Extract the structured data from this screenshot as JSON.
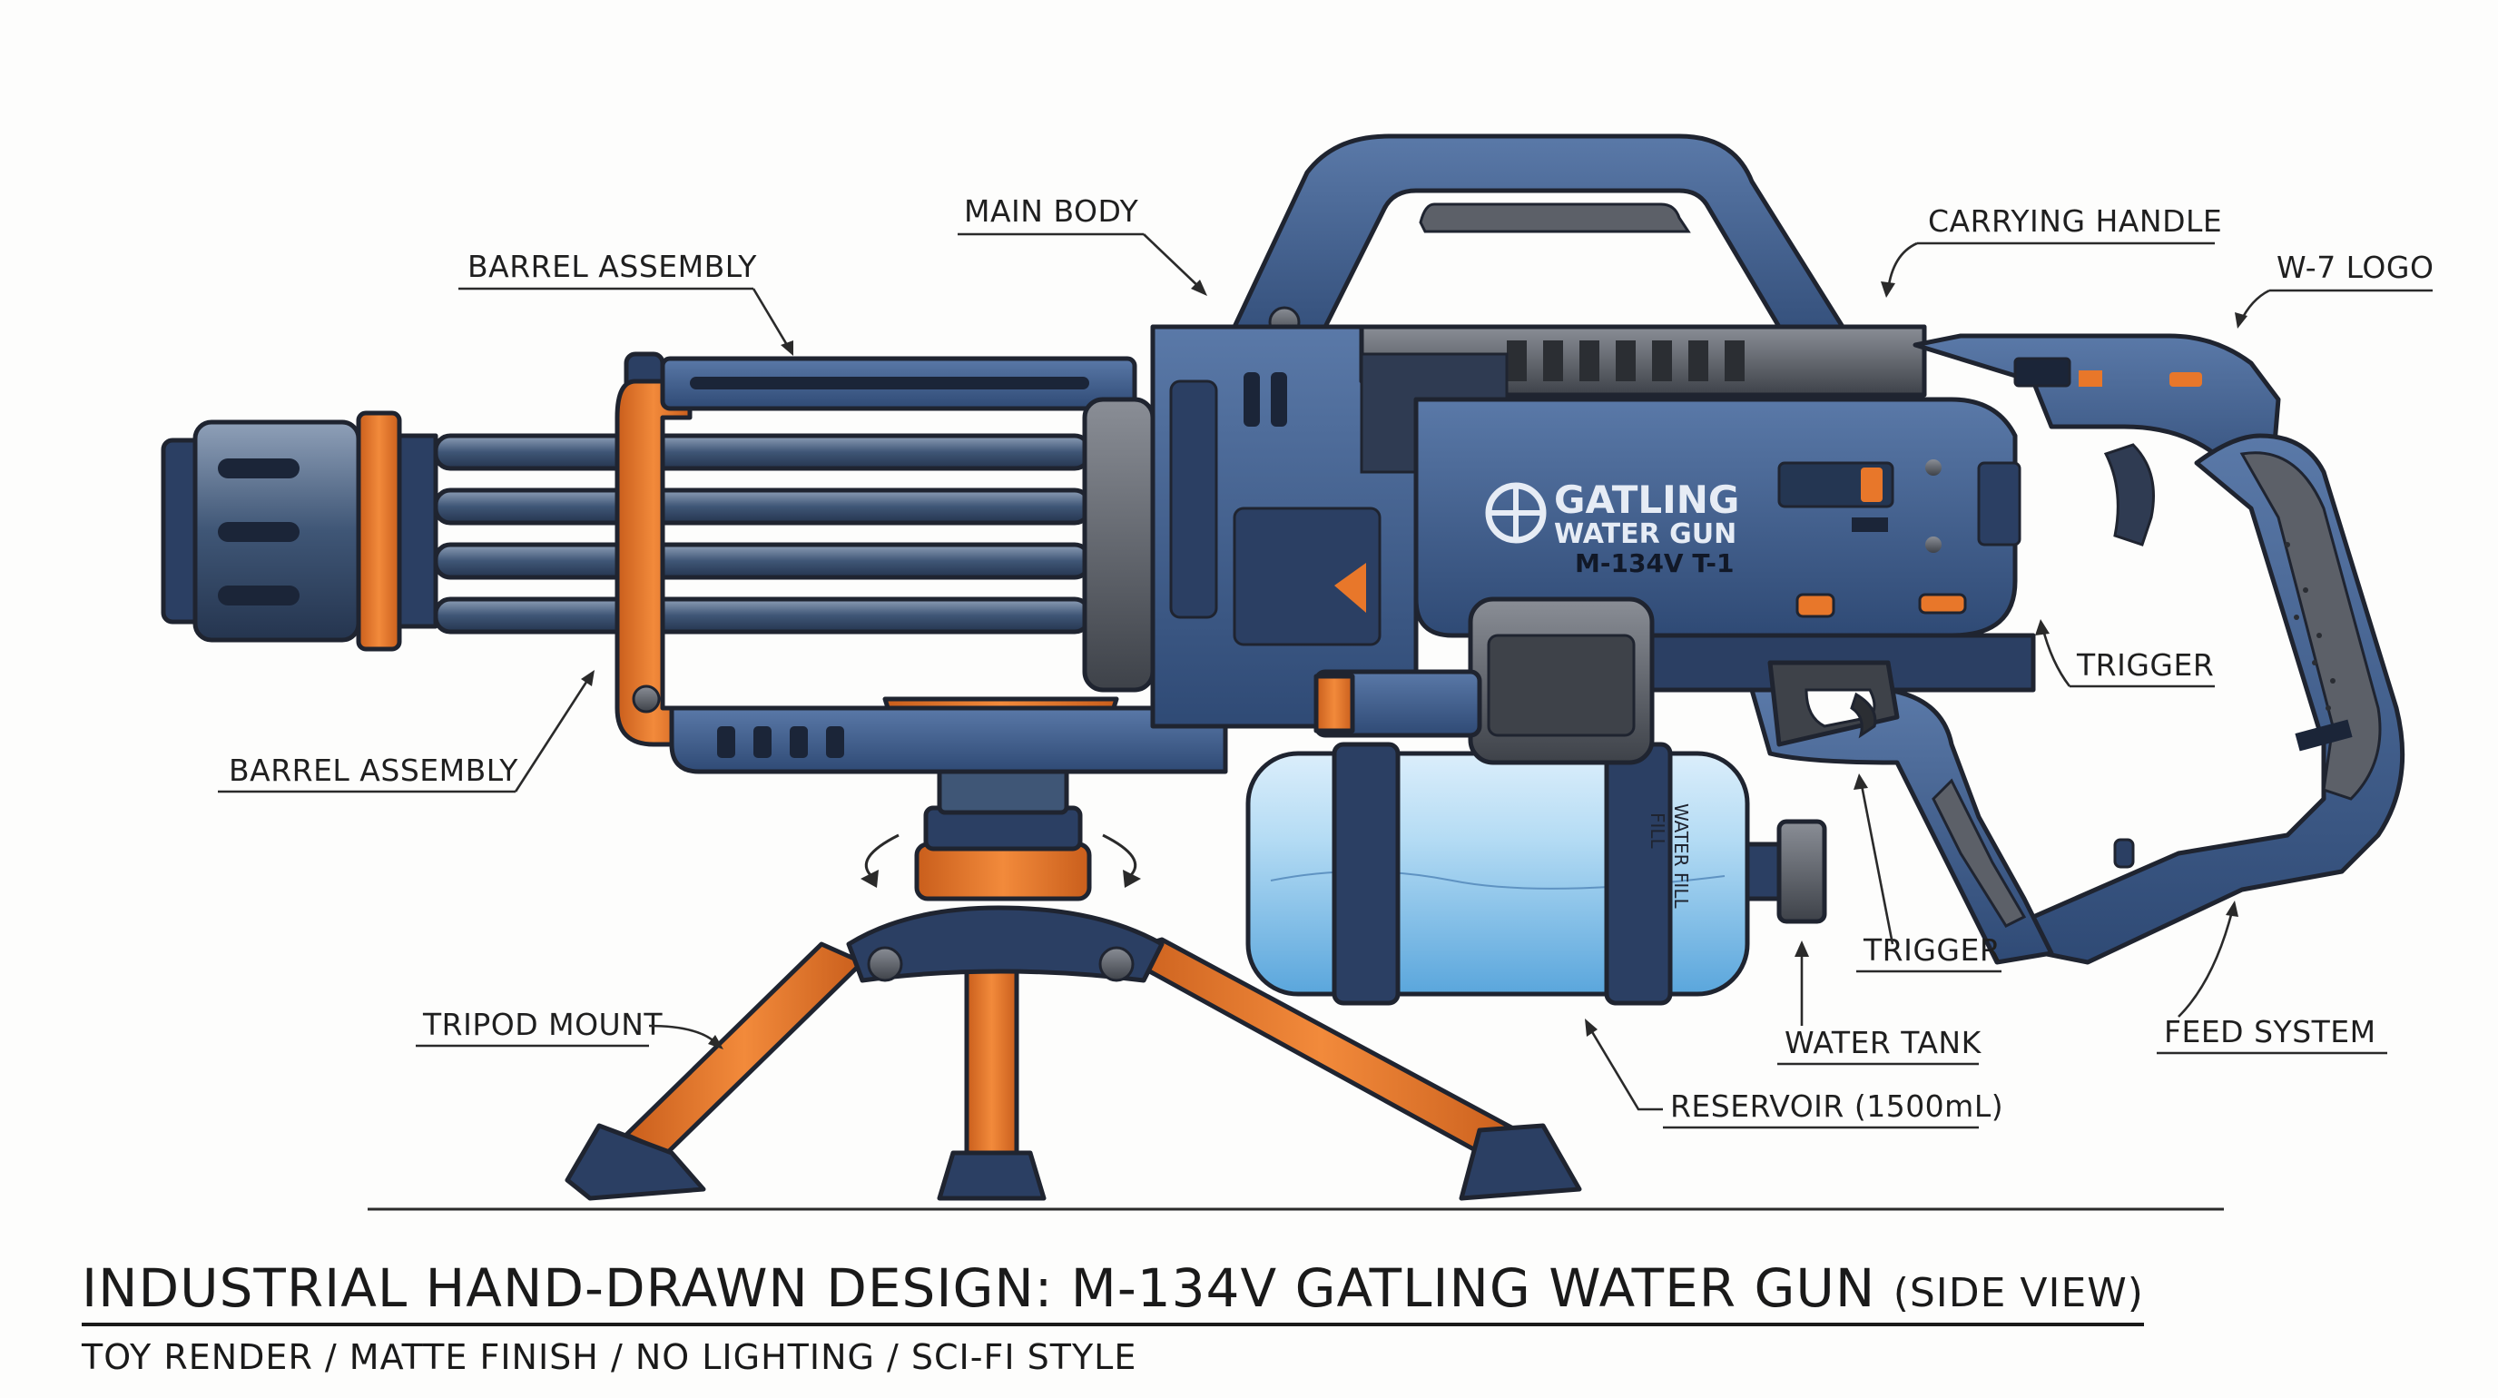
{
  "callouts": {
    "main_body": "MAIN BODY",
    "carrying_handle": "CARRYING HANDLE",
    "barrel_assembly_top": "BARREL ASSEMBLY",
    "w7_logo": "W-7 LOGO",
    "barrel_assembly_bottom": "BARREL ASSEMBLY",
    "trigger_right": "TRIGGER",
    "trigger_lower": "TRIGGER",
    "tripod_mount": "TRIPOD MOUNT",
    "water_tank": "WATER TANK",
    "feed_system": "FEED SYSTEM",
    "reservoir": "RESERVOIR (1500mL)"
  },
  "markings": {
    "brand_line1": "GATLING",
    "brand_line2": "WATER GUN",
    "model": "M-134V T-1",
    "tank_text_line1": "WATER FILL",
    "tank_text_line2": "FILL"
  },
  "title": {
    "main": "INDUSTRIAL HAND-DRAWN DESIGN: M-134V GATLING WATER GUN",
    "suffix": "(SIDE VIEW)",
    "subtitle": "TOY RENDER / MATTE FINISH / NO LIGHTING / SCI-FI STYLE"
  },
  "colors": {
    "body_blue": "#3f5f8f",
    "dark_blue": "#2b3f63",
    "accent_orange": "#e8772a",
    "gunmetal": "#5c6068",
    "water_blue": "#a8d4ee",
    "ink": "#1f2430"
  }
}
